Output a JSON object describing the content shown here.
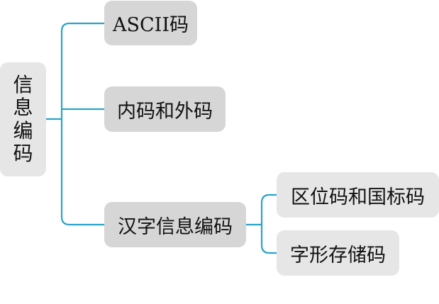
{
  "diagram": {
    "root": {
      "label": "信息编码"
    },
    "children": [
      {
        "label": "ASCII码"
      },
      {
        "label": "内码和外码"
      },
      {
        "label": "汉字信息编码",
        "children": [
          {
            "label": "区位码和国标码"
          },
          {
            "label": "字形存储码"
          }
        ]
      }
    ]
  },
  "colors": {
    "connector": "#29a3c9",
    "node_dark": "#d6d6d6",
    "node_light": "#e6e6e6",
    "text": "#111111"
  }
}
